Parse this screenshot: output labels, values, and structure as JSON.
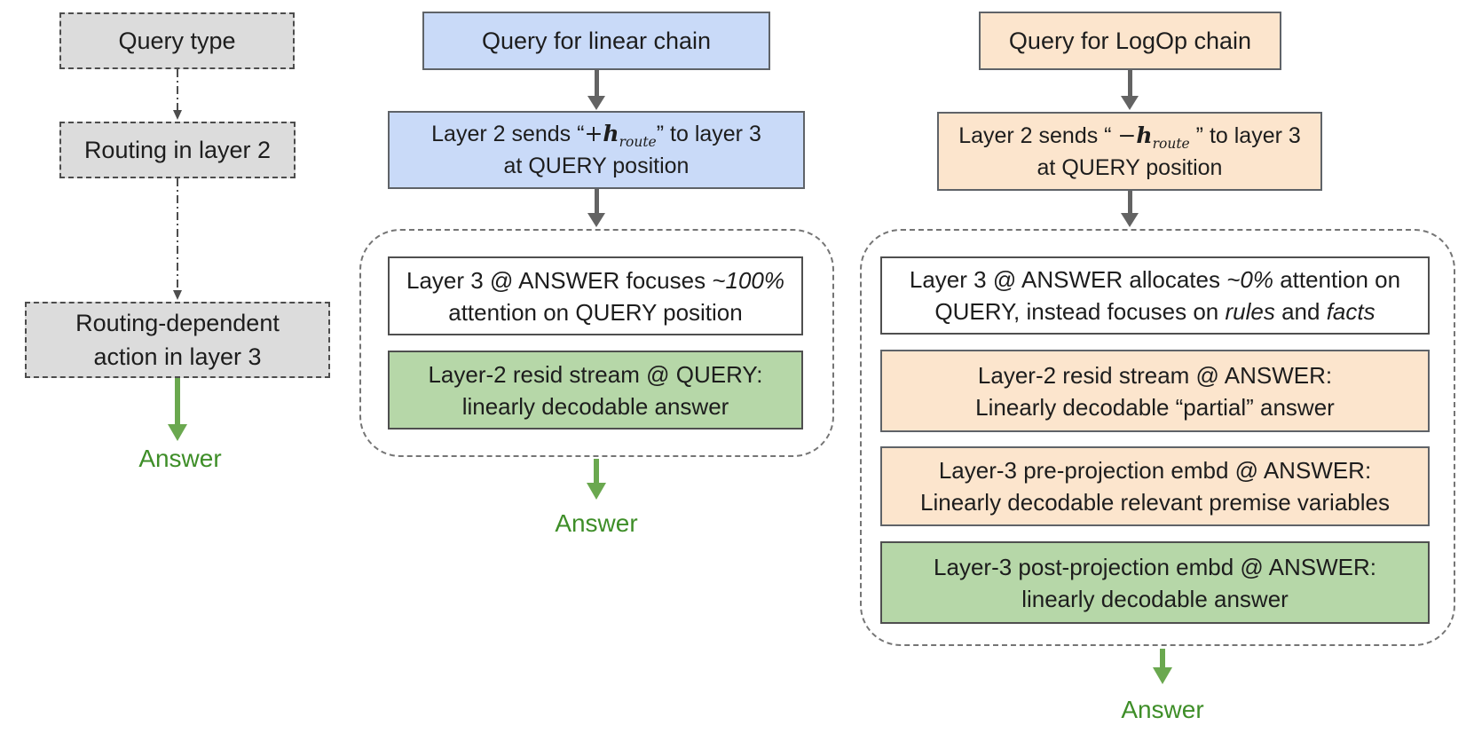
{
  "palette": {
    "blue_fill": "#c9daf8",
    "peach_fill": "#fce5cd",
    "green_fill": "#b6d7a8",
    "gray_fill": "#dcdcdc",
    "arrow_gray": "#636363",
    "arrow_green": "#6aa84f",
    "answer_text_green": "#3e8e28"
  },
  "left": {
    "box1": "Query type",
    "box2": "Routing in layer 2",
    "box3_line1": "Routing-dependent",
    "box3_line2": "action in layer 3",
    "answer": "Answer"
  },
  "middle": {
    "box1": "Query for linear chain",
    "box2": {
      "pre": "Layer 2 sends “",
      "sign": "+",
      "h": "h",
      "sub": "route",
      "post": "” to layer 3",
      "line2": "at QUERY position"
    },
    "white": {
      "line1_a": "Layer 3 @ ANSWER focuses ",
      "line1_b": "~100%",
      "line2": "attention on QUERY position"
    },
    "green": {
      "line1": "Layer-2 resid stream @ QUERY:",
      "line2": "linearly decodable answer"
    },
    "answer": "Answer"
  },
  "right": {
    "box1": "Query for LogOp chain",
    "box2": {
      "pre": "Layer 2 sends “ ",
      "sign": "−",
      "h": "h",
      "sub": "route",
      "post": " ” to layer 3",
      "line2": "at QUERY position"
    },
    "white": {
      "line1_a": "Layer 3 @ ANSWER allocates ",
      "line1_b": "~0%",
      "line1_c": " attention on",
      "line2_a": "QUERY, instead focuses on ",
      "line2_b": "rules",
      "line2_c": " and ",
      "line2_d": "facts"
    },
    "peach1": {
      "line1": "Layer-2 resid stream @ ANSWER:",
      "line2": "Linearly decodable “partial” answer"
    },
    "peach2": {
      "line1": "Layer-3 pre-projection embd @ ANSWER:",
      "line2": "Linearly decodable relevant premise variables"
    },
    "green": {
      "line1": "Layer-3 post-projection embd @ ANSWER:",
      "line2": "linearly decodable answer"
    },
    "answer": "Answer"
  }
}
